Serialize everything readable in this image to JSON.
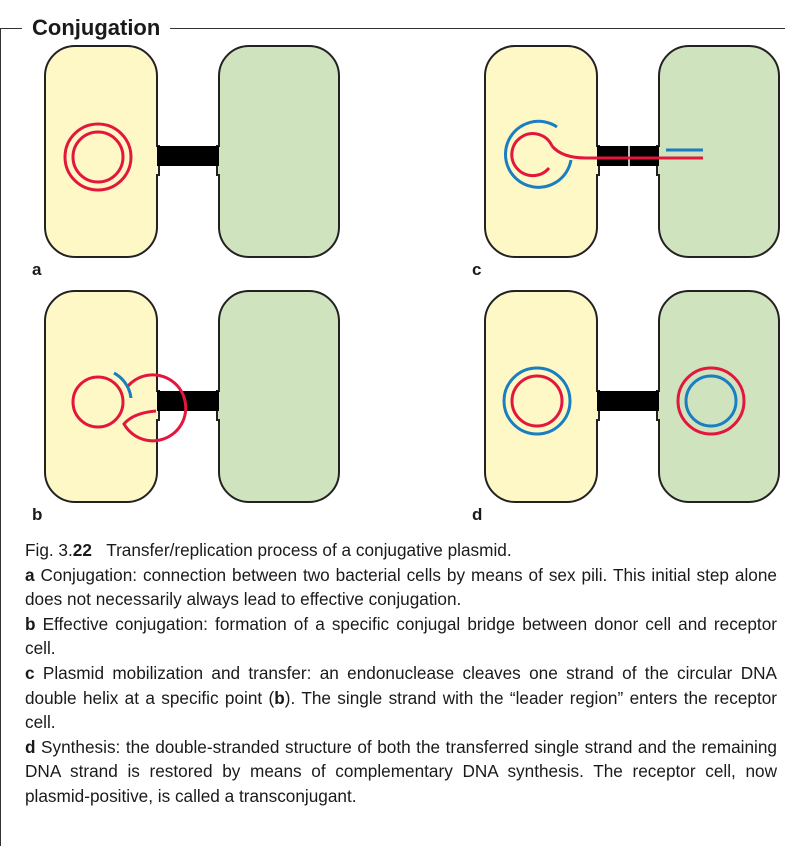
{
  "box": {
    "title": "Conjugation"
  },
  "panels": [
    {
      "letter": "a",
      "stage": "connection"
    },
    {
      "letter": "b",
      "stage": "bridge"
    },
    {
      "letter": "c",
      "stage": "transfer"
    },
    {
      "letter": "d",
      "stage": "synthesis"
    }
  ],
  "colors": {
    "donor_cell": "#fdf8c6",
    "receptor_cell": "#cfe3be",
    "cell_outline": "#222222",
    "bridge": "#000000",
    "strand_red": "#e3173c",
    "strand_blue": "#1a7ec1"
  },
  "caption": {
    "fig_prefix": "Fig. 3.",
    "fig_num": "22",
    "fig_title": "Transfer/replication process of a conjugative plasmid.",
    "items": [
      {
        "letter": "a",
        "text": " Conjugation: connection between two bacterial cells by means of sex pili. This initial step alone does not necessarily always lead to effective conjugation."
      },
      {
        "letter": "b",
        "text": " Effective conjugation: formation of a specific conjugal bridge between donor cell and receptor cell."
      },
      {
        "letter": "c",
        "text_before": " Plasmid mobilization and transfer: an endonuclease cleaves one strand of the circular DNA double helix at a specific point (",
        "bold_ref": "b",
        "text_after": "). The single strand with the “leader region” enters the receptor cell."
      },
      {
        "letter": "d",
        "text": " Synthesis: the double-stranded structure of both the transferred single strand and the remaining DNA strand is restored by means of complementary DNA synthesis. The receptor cell, now plasmid-positive, is called a transconjugant."
      }
    ]
  }
}
